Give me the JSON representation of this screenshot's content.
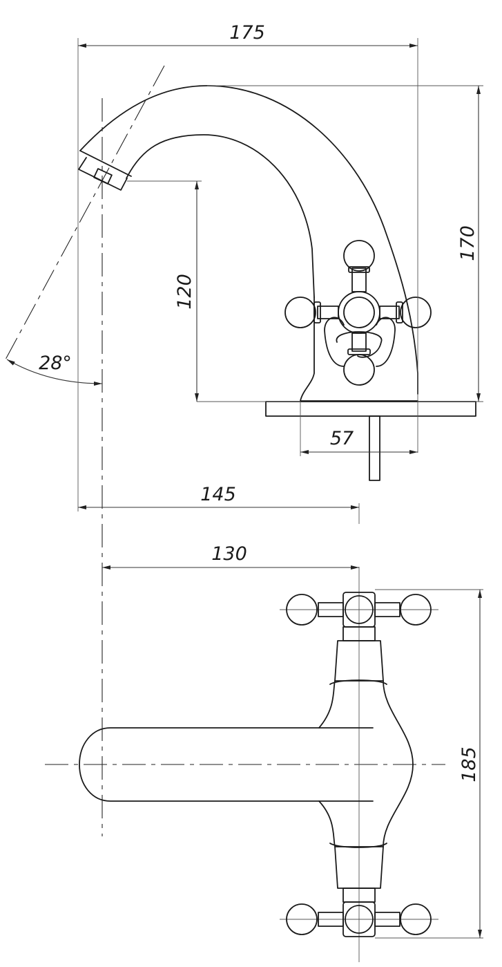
{
  "dimensions": {
    "overall_width": "175",
    "overall_height": "170",
    "spout_height": "120",
    "base_width": "57",
    "spout_reach": "145",
    "spout_axis_reach": "130",
    "top_view_length": "185",
    "spout_angle": "28°"
  },
  "colors": {
    "line": "#1a1a1a",
    "background": "#ffffff"
  }
}
